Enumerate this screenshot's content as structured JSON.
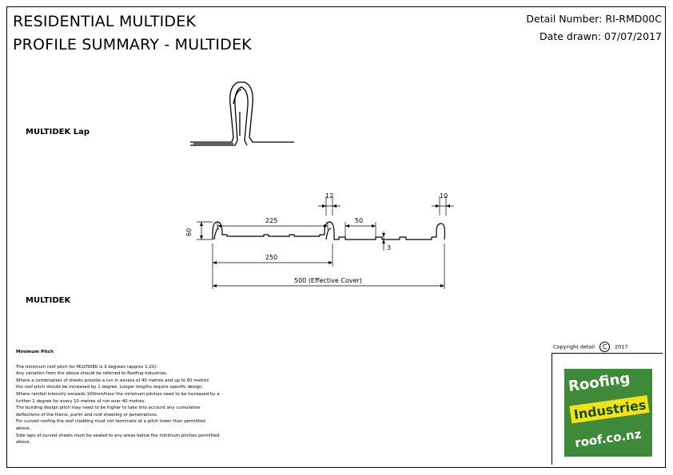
{
  "header": {
    "title_line1": "RESIDENTIAL MULTIDEK",
    "title_line2": "PROFILE SUMMARY -   MULTIDEK",
    "detail_number": "Detail Number:  RI-RMD00C",
    "date_drawn": "Date drawn:  07/07/2017"
  },
  "drawings": {
    "lap_label": "MULTIDEK Lap",
    "profile_label": "MULTIDEK",
    "dims": {
      "d12": "12",
      "d10": "10",
      "d60": "60",
      "d225": "225",
      "d50": "50",
      "d3": "3",
      "d250": "250",
      "d500": "500 (Effective Cover)"
    }
  },
  "notes": {
    "heading": "Minimum Pitch",
    "lines": [
      "The minimum roof pitch for MULTIDEK is 3 degrees (approx 1:20).",
      "Any variation from the above should be referred to Roofing Industries.",
      "Where a combination of sheets provide a run in excess of 40 metres and up to 60 metres",
      "the roof pitch should be increased by 1 degree.  Longer lengths require specific design.",
      "Where rainfall intensity exceeds 100mm/hour the minimum pitches need to be increased by a",
      "further 1 degree for every 10 metres of run over 40 metres.",
      "The building design pitch may need to be higher to take into account any cumulative",
      "deflections of the frame, purlin and roof sheeting or penetrations.",
      "For curved roofing the roof cladding must not terminate at a pitch lower than permitted",
      "above.",
      "Side laps of curved sheets must be sealed to any areas below the minimum pitches permitted",
      "above."
    ]
  },
  "copyright": {
    "text": "Copyright detail",
    "symbol": "C",
    "year": "2017"
  },
  "logo": {
    "word1": "Roofing",
    "word2": "Industries",
    "url": "roof.co.nz",
    "brand_green": "#3f8a3a",
    "brand_yellow": "#f2e21a"
  }
}
